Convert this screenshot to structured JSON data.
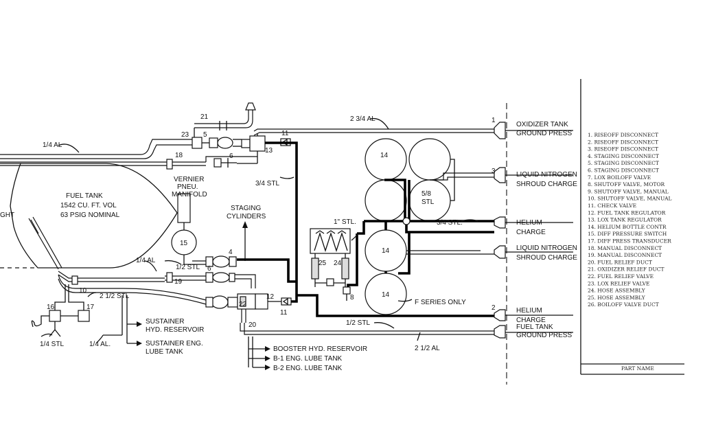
{
  "diagram": {
    "left_labels": {
      "line_quarter_al_top": "1/4  AL",
      "fuel_tank_title": "FUEL TANK",
      "fuel_tank_volume": "1542 CU. FT. VOL",
      "fuel_tank_pressure": "63 PSIG NOMINAL",
      "left_edge_text": "GHT",
      "vernier_line1": "VERNIER",
      "vernier_line2": "PNEU.",
      "vernier_line3": "MANIFOLD",
      "staging_line1": "STAGING",
      "staging_line2": "CYLINDERS",
      "quarter_al_mid": "1/4  AL",
      "half_stl": "1/2  STL",
      "two_half_stl": "2 1/2  STL",
      "quarter_stl": "1/4  STL",
      "quarter_al_low": "1/4  AL.",
      "three_quarter_stl": "3/4  STL",
      "two_three_quarter_al": "2 3/4  AL",
      "one_inch_stl": "1\" STL.",
      "five_eighth": "5/8",
      "stl": "STL",
      "three_quarter_stl_right": "3/4  STL.",
      "half_stl_low": "1/2  STL",
      "two_half_al": "2 1/2  AL",
      "f_series": "F SERIES ONLY",
      "sustainer_hyd_1": "SUSTAINER",
      "sustainer_hyd_2": "HYD. RESERVOIR",
      "sustainer_eng_1": "SUSTAINER ENG.",
      "sustainer_eng_2": "LUBE TANK",
      "booster_hyd": "BOOSTER  HYD. RESERVOIR",
      "b1_lube": "B-1  ENG. LUBE TANK",
      "b2_lube": "B-2  ENG. LUBE TANK"
    },
    "component_numbers": {
      "n1": "1",
      "n2": "2",
      "n3": "3",
      "n4": "4",
      "n5": "5",
      "n6a": "6",
      "n6b": "6",
      "n8": "8",
      "n10": "10",
      "n11a": "11",
      "n11b": "11",
      "n12": "12",
      "n13": "13",
      "n14a": "14",
      "n14b": "14",
      "n14c": "14",
      "n15": "15",
      "n16": "16",
      "n17": "17",
      "n18": "18",
      "n19": "19",
      "n20": "20",
      "n21": "21",
      "n22": "22",
      "n23": "23",
      "n24": "24",
      "n25": "25"
    },
    "right_labels": {
      "oxidizer_1": "OXIDIZER TANK",
      "oxidizer_2": "GROUND PRESS",
      "ln2_top_1": "LIQUID NITROGEN",
      "ln2_top_2": "SHROUD CHARGE",
      "helium_top_1": "HELIUM",
      "helium_top_2": "CHARGE",
      "ln2_bot_1": "LIQUID NITROGEN",
      "ln2_bot_2": "SHROUD CHARGE",
      "helium_bot_1": "HELIUM",
      "helium_bot_2": "CHARGE",
      "fuel_1": "FUEL TANK",
      "fuel_2": "GROUND PRESS"
    }
  },
  "legend": {
    "items": [
      "1.   RISEOFF DISCONNECT",
      "2.   RISEOFF DISCONNECT",
      "3.   RISEOFF DISCONNECT",
      "4.   STAGING DISCONNECT",
      "5.   STAGING DISCONNECT",
      "6.   STAGING DISCONNECT",
      "7.   LOX BOILOFF VALVE",
      "8.   SHUTOFF VALVE, MOTOR",
      "9.   SHUTOFF VALVE, MANUAL",
      "10.  SHUTOFF VALVE, MANUAL",
      "11.  CHECK VALVE",
      "12.  FUEL TANK REGULATOR",
      "13.  LOX TANK REGULATOR",
      "14.  HELIUM BOTTLE CONTR",
      "15.  DIFF PRESSURE SWITCH",
      "17.  DIFF PRESS TRANSDUCER",
      "18.  MANUAL DISCONNECT",
      "19.  MANUAL DISCONNECT",
      "20.  FUEL RELIEF DUCT",
      "21.  OXIDIZER RELIEF DUCT",
      "22.  FUEL RELIEF VALVE",
      "23.  LOX RELIEF VALVE",
      "24.  HOSE ASSEMBLY",
      "25.  HOSE ASSEMBLY",
      "26.  BOILOFF VALVE DUCT"
    ],
    "footer": "PART NAME"
  }
}
